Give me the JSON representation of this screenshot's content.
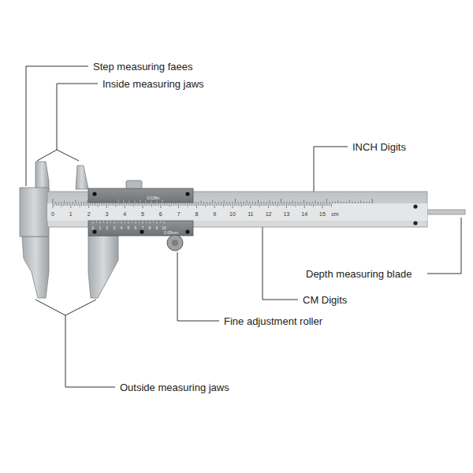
{
  "diagram": {
    "labels": [
      "Step measuring faees",
      "Inside measuring jaws",
      "INCH Digits",
      "Depth measuring blade",
      "CM Digits",
      "Fine adjustment roller",
      "Outside measuring jaws",
      "0",
      "1",
      "2",
      "3",
      "4",
      "5",
      "6",
      "7",
      "8",
      "9",
      "10",
      "11",
      "12",
      "13",
      "14",
      "15",
      "cm",
      "0",
      "1",
      "2",
      "3",
      "4",
      "5",
      "6",
      "7",
      "8",
      "9",
      "10",
      "0.05mm",
      "1/128in"
    ]
  }
}
